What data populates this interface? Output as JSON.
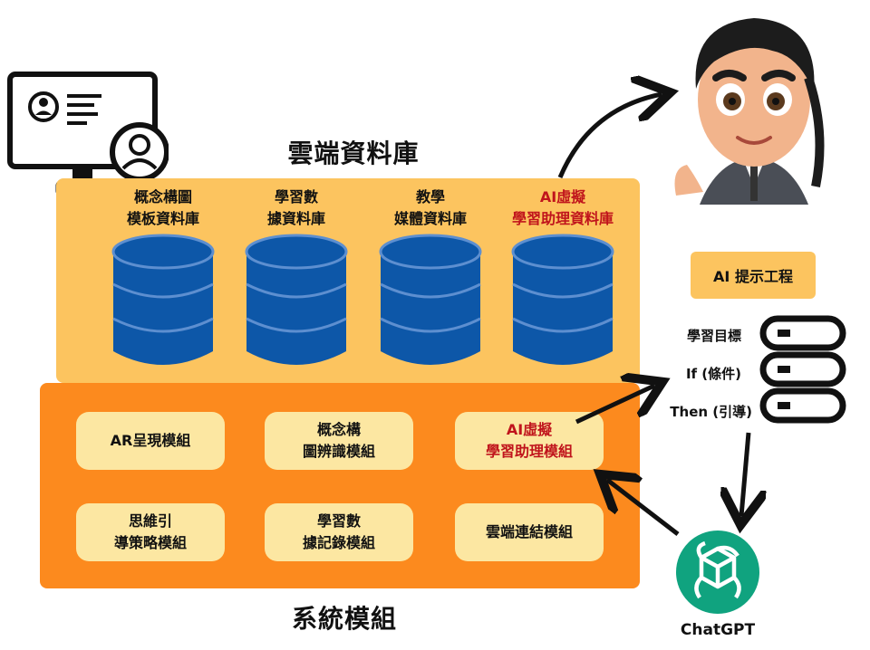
{
  "colors": {
    "cloud_panel": "#fcc45f",
    "system_panel": "#fc8a1e",
    "module_box": "#fce7a2",
    "db_blue": "#0d57a8",
    "db_band": "#5d8fd0",
    "accent_red": "#c0141c",
    "chatgpt_green": "#10a37f"
  },
  "cloud_db": {
    "title": "雲端資料庫",
    "databases": [
      {
        "label": "概念構圖\n模板資料庫",
        "highlight": false
      },
      {
        "label": "學習數\n據資料庫",
        "highlight": false
      },
      {
        "label": "教學\n媒體資料庫",
        "highlight": false
      },
      {
        "label": "AI虛擬\n學習助理資料庫",
        "highlight": true
      }
    ]
  },
  "system": {
    "title": "系統模組",
    "modules": [
      {
        "label": "AR呈現模組",
        "highlight": false
      },
      {
        "label": "概念構\n圖辨識模組",
        "highlight": false
      },
      {
        "label": "AI虛擬\n學習助理模組",
        "highlight": true
      },
      {
        "label": "思維引\n導策略模組",
        "highlight": false
      },
      {
        "label": "學習數\n據記錄模組",
        "highlight": false
      },
      {
        "label": "雲端連結模組",
        "highlight": false
      }
    ]
  },
  "prompt_engineering": {
    "title": "AI 提示工程",
    "steps": [
      "學習目標",
      "If (條件)",
      "Then  (引導)"
    ]
  },
  "chatgpt": {
    "label": "ChatGPT"
  },
  "icons": {
    "computer": "computer-user-icon",
    "avatar": "virtual-assistant-avatar",
    "database": "database-cylinder-icon",
    "server": "server-stack-icon",
    "chatgpt": "openai-logo-icon"
  }
}
